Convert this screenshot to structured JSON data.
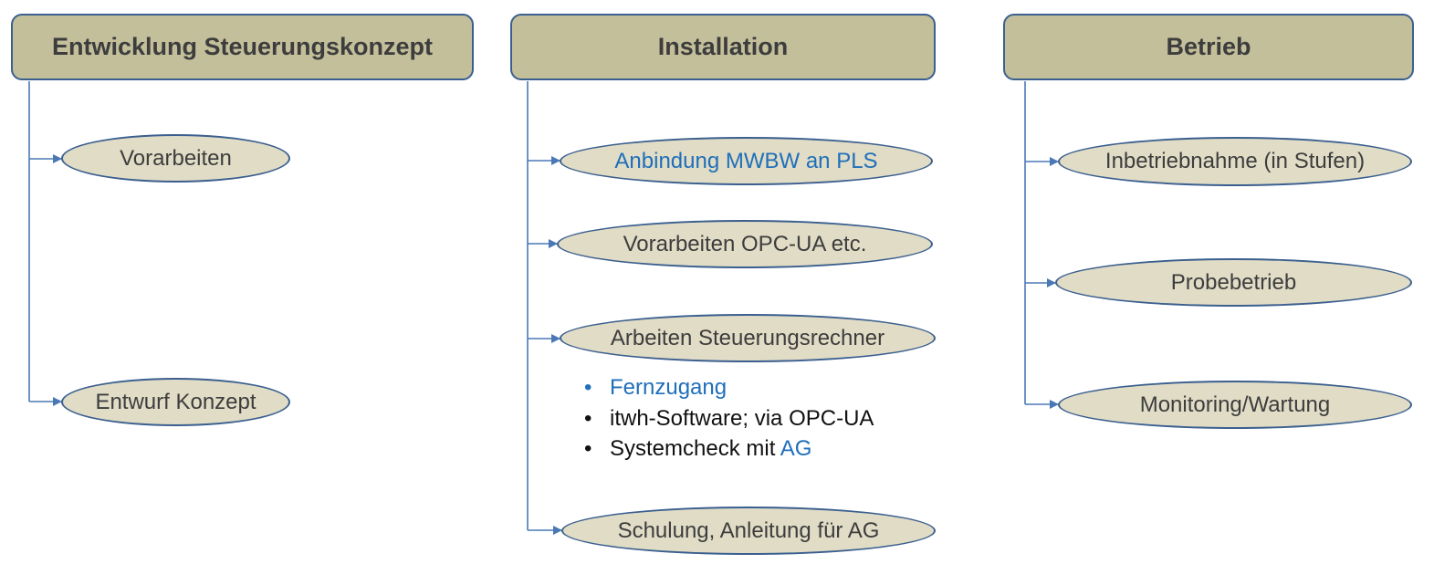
{
  "columns": [
    {
      "header": "Entwicklung Steuerungskonzept",
      "items": [
        "Vorarbeiten",
        "Entwurf Konzept"
      ]
    },
    {
      "header": "Installation",
      "items": [
        "Anbindung MWBW an PLS",
        "Vorarbeiten OPC-UA etc.",
        "Arbeiten Steuerungsrechner",
        "Schulung, Anleitung für AG"
      ],
      "bullets": [
        {
          "text": "Fernzugang"
        },
        {
          "text": "itwh-Software; via OPC-UA"
        },
        {
          "text": "Systemcheck mit ",
          "highlight": "AG"
        }
      ]
    },
    {
      "header": "Betrieb",
      "items": [
        "Inbetriebnahme (in Stufen)",
        "Probebetrieb",
        "Monitoring/Wartung"
      ]
    }
  ],
  "bullet_symbol": "•",
  "colors": {
    "header_fill": "#c4bf9b",
    "item_fill": "#e0dcc6",
    "border": "#3b5f8f",
    "connector": "#4a78b5",
    "link_text": "#1f6fba"
  }
}
